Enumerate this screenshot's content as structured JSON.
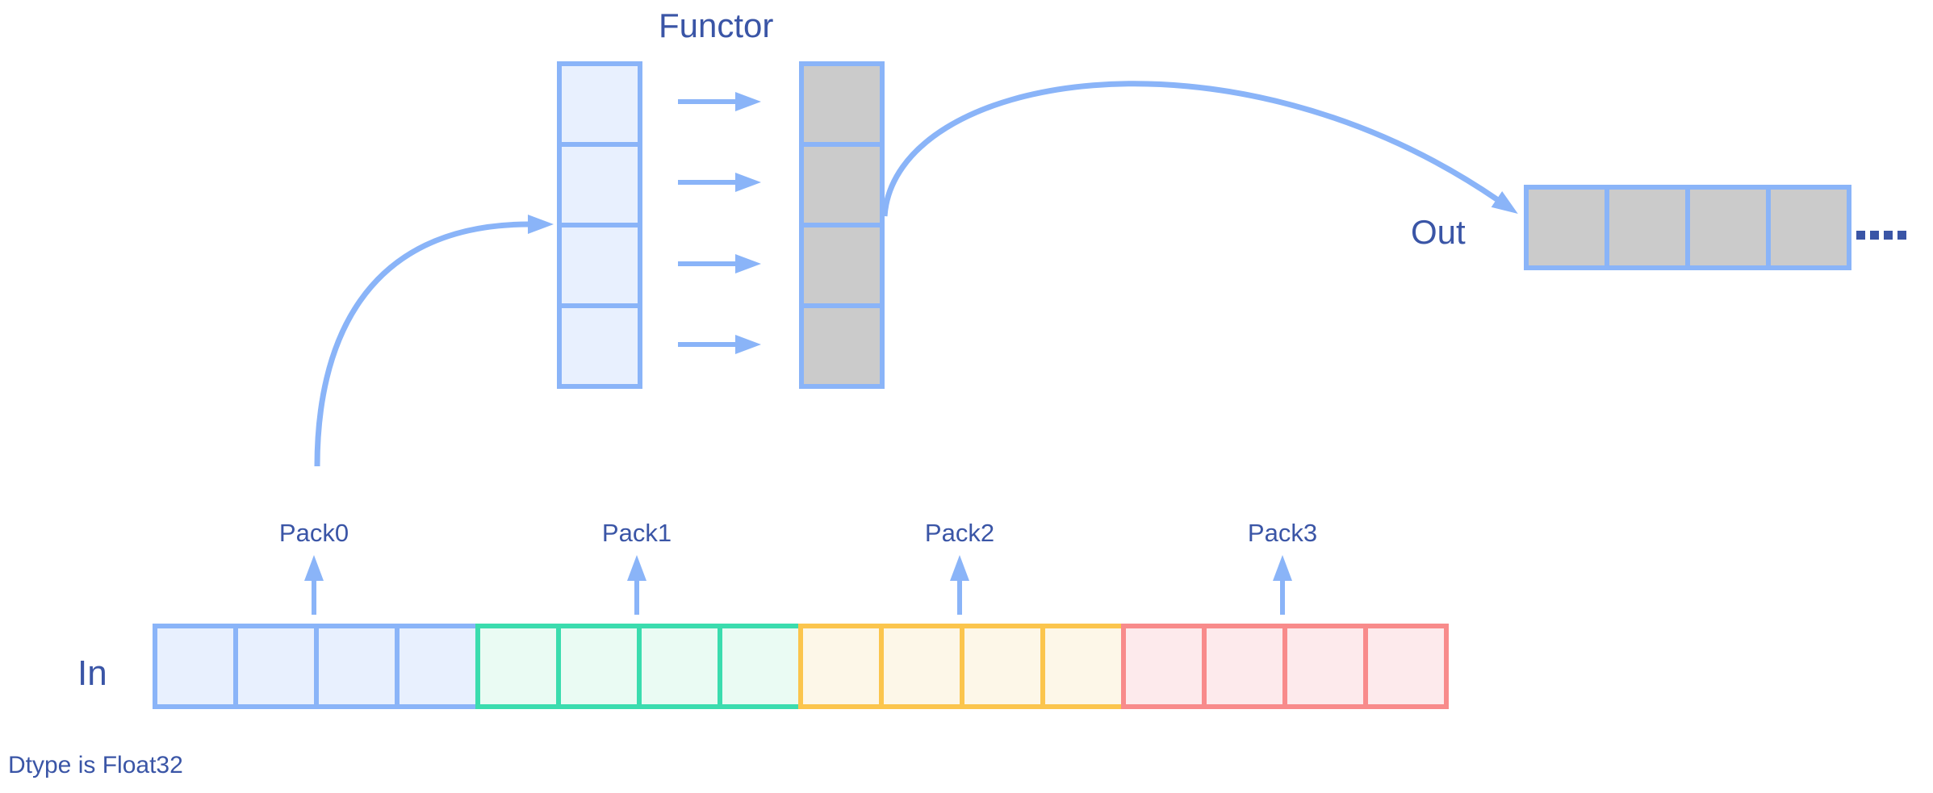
{
  "title": "Functor",
  "labels": {
    "in": "In",
    "out": "Out",
    "ellipsis": "....",
    "dtype_note": "Dtype is Float32"
  },
  "packs": [
    "Pack0",
    "Pack1",
    "Pack2",
    "Pack3"
  ],
  "colors": {
    "arrow": "#8ab4f8",
    "label_text": "#3a55a6",
    "blue_border": "#8ab4f8",
    "blue_fill": "#e8f0fe",
    "gray_fill": "#cbcbcb",
    "green_border": "#3bdcae",
    "green_fill": "#eafbf3",
    "yellow_border": "#fbc54d",
    "yellow_fill": "#fdf7e8",
    "red_border": "#f88b8b",
    "red_fill": "#fdeaec"
  },
  "functor": {
    "input_cells": 4,
    "output_cells": 4,
    "map_arrows": 4
  },
  "out_row": {
    "cells": 4
  },
  "in_row": {
    "groups": [
      {
        "pack": "Pack0",
        "color": "blue",
        "cells": 4
      },
      {
        "pack": "Pack1",
        "color": "green",
        "cells": 4
      },
      {
        "pack": "Pack2",
        "color": "yellow",
        "cells": 4
      },
      {
        "pack": "Pack3",
        "color": "red",
        "cells": 4
      }
    ]
  }
}
